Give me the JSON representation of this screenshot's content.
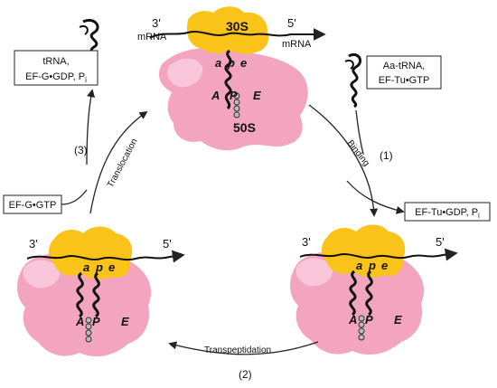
{
  "colors": {
    "subunit_30s": "#f9c31a",
    "subunit_50s": "#f3a5c0",
    "light_pink": "#f8c6d8",
    "arrow": "#222222"
  },
  "ribosomes": [
    {
      "id": "top",
      "mrna_3p": "3'",
      "mrna_5p": "5'",
      "mrna_left_label": "mRNA",
      "mrna_right_label": "mRNA",
      "small_subunit": "30S",
      "large_subunit": "50S",
      "small_sites": [
        "a",
        "p",
        "e"
      ],
      "large_sites": [
        "A",
        "P",
        "E"
      ]
    },
    {
      "id": "right",
      "mrna_3p": "3'",
      "mrna_5p": "5'",
      "small_sites": [
        "a",
        "p",
        "e"
      ],
      "large_sites": [
        "A",
        "P",
        "E"
      ]
    },
    {
      "id": "left",
      "mrna_3p": "3'",
      "mrna_5p": "5'",
      "small_sites": [
        "a",
        "p",
        "e"
      ],
      "large_sites": [
        "A",
        "P",
        "E"
      ]
    }
  ],
  "boxes": {
    "released": {
      "line1": "tRNA,",
      "line2": "EF-G•GDP, P",
      "line2_sub": "i"
    },
    "incoming": {
      "line1": "Aa-tRNA,",
      "line2": "EF-Tu•GTP"
    },
    "ef_tu_gdp": {
      "line1": "EF-Tu•GDP, P",
      "line1_sub": "i"
    },
    "ef_g_gtp": {
      "line1": "EF-G•GTP"
    }
  },
  "steps": [
    {
      "number": "(1)",
      "label": "Binding"
    },
    {
      "number": "(2)",
      "label": "Transpeptidation"
    },
    {
      "number": "(3)",
      "label": "Translocation"
    }
  ]
}
